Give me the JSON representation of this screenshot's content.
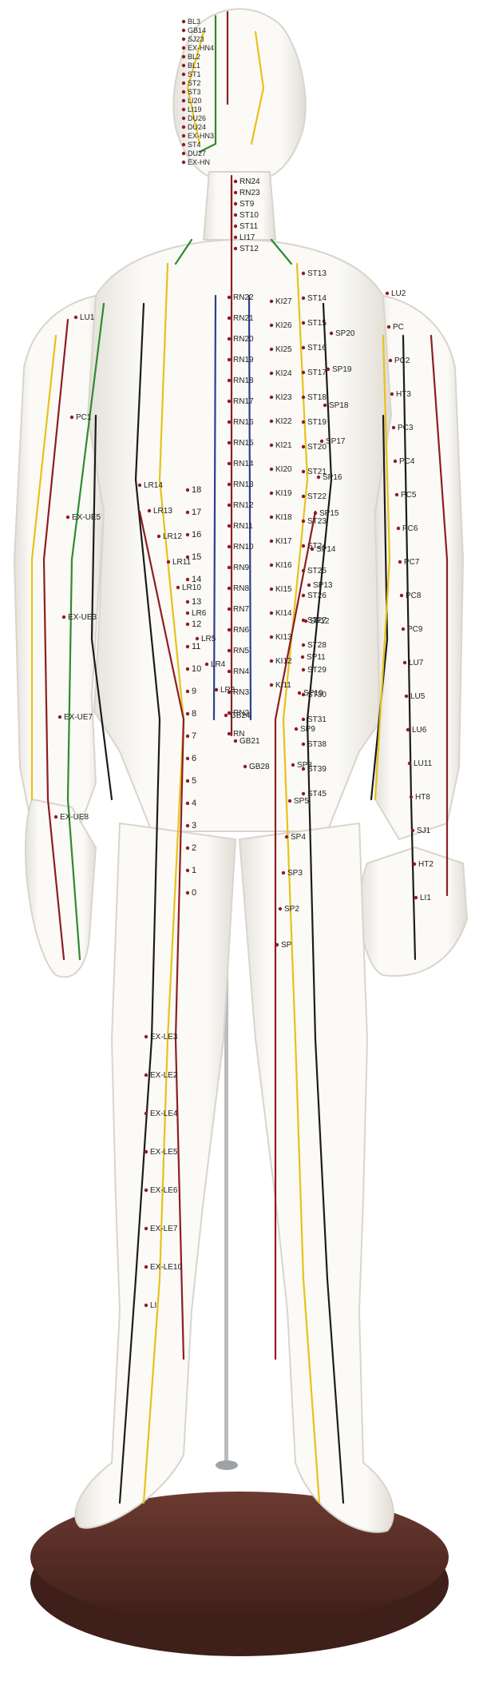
{
  "colors": {
    "background": "#ffffff",
    "body": "#fbfaf7",
    "body_shade": "#e6e3dc",
    "base_wood": "#5a3129",
    "base_wood_dark": "#3f1f19",
    "stand_rod": "#b9bcc0",
    "meridian_yellow": "#e7c21a",
    "meridian_red": "#8e1d22",
    "meridian_green": "#2f8a2e",
    "meridian_blue": "#2d3f8d",
    "meridian_black": "#1c1c1c",
    "point_dot": "#8e1d22"
  },
  "labels": {
    "head": [
      "BL3",
      "GB14",
      "SJ23",
      "EX-HN4",
      "BL2",
      "BL1",
      "ST1",
      "ST2",
      "ST3",
      "LI20",
      "LI19",
      "DU26",
      "DU24",
      "EX-HN3",
      "ST4",
      "DU27",
      "EX-HN"
    ],
    "neck": [
      "RN24",
      "RN23",
      "ST9",
      "ST10",
      "ST11",
      "LI17",
      "ST12"
    ],
    "ren_channel": [
      "RN22",
      "RN21",
      "RN20",
      "RN19",
      "RN18",
      "RN17",
      "RN16",
      "RN15",
      "RN14",
      "RN13",
      "RN12",
      "RN11",
      "RN10",
      "RN9",
      "RN8",
      "RN7",
      "RN6",
      "RN5",
      "RN4",
      "RN3",
      "RN2",
      "RN"
    ],
    "kidney_channel": [
      "KI27",
      "KI26",
      "KI25",
      "KI24",
      "KI23",
      "KI22",
      "KI21",
      "KI20",
      "KI19",
      "KI18",
      "KI17",
      "KI16",
      "KI15",
      "KI14",
      "KI13",
      "KI12",
      "KI11"
    ],
    "stomach_channel": [
      "ST13",
      "ST14",
      "ST15",
      "ST16",
      "ST17",
      "ST18",
      "ST19",
      "ST20",
      "ST21",
      "ST22",
      "ST23",
      "ST24",
      "ST25",
      "ST26",
      "ST27",
      "ST28",
      "ST29",
      "ST30",
      "ST31",
      "ST38",
      "ST39",
      "ST45"
    ],
    "spleen_channel": [
      "SP20",
      "SP19",
      "SP18",
      "SP17",
      "SP16",
      "SP15",
      "SP14",
      "SP13",
      "SP12",
      "SP11",
      "SP10",
      "SP9",
      "SP8",
      "SP5",
      "SP4",
      "SP3",
      "SP2",
      "SP"
    ],
    "liver_gb": [
      "LR14",
      "LR13",
      "LR12",
      "LR11",
      "LR10",
      "LR6",
      "LR5",
      "LR4",
      "LR3",
      "GB24",
      "GB21",
      "GB28"
    ],
    "arm_left": [
      "LU1",
      "PC1",
      "EX-UE5",
      "EX-UE3",
      "EX-UE7",
      "EX-UE8"
    ],
    "arm_right": [
      "LU2",
      "PC",
      "PC2",
      "HT3",
      "PC3",
      "PC4",
      "PC5",
      "PC6",
      "PC7",
      "PC8",
      "PC9",
      "LU7",
      "LU5",
      "LU6",
      "LU11",
      "HT8",
      "SJ1",
      "HT2",
      "LI1"
    ],
    "leg": [
      "EX-LE3",
      "EX-LE2",
      "EX-LE4",
      "EX-LE5",
      "EX-LE6",
      "EX-LE7",
      "EX-LE10",
      "LI"
    ],
    "numbers": [
      "0",
      "1",
      "2",
      "3",
      "4",
      "5",
      "6",
      "7",
      "8",
      "9",
      "10",
      "11",
      "12",
      "13",
      "14",
      "15",
      "16",
      "17",
      "18"
    ]
  }
}
